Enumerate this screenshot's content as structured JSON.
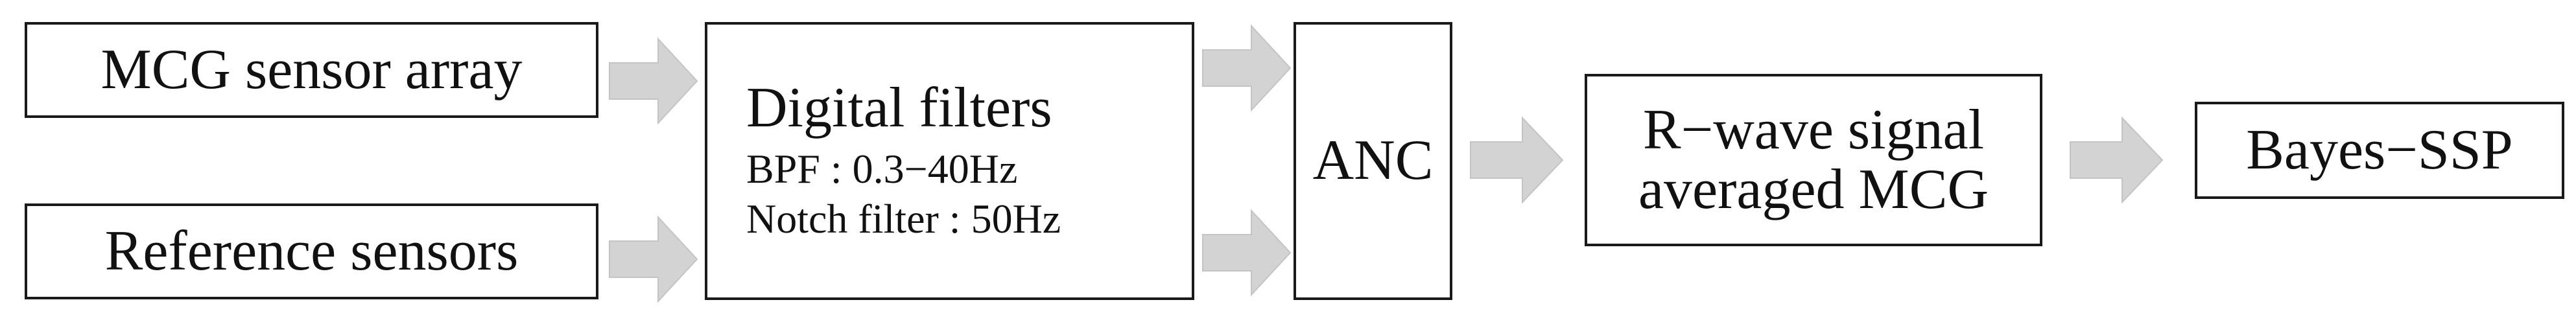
{
  "diagram": {
    "nodes": {
      "mcg_sensor_array": {
        "label": "MCG sensor array"
      },
      "reference_sensors": {
        "label": "Reference sensors"
      },
      "digital_filters": {
        "label": "Digital filters",
        "lines": [
          "BPF : 0.3−40Hz",
          "Notch filter : 50Hz"
        ]
      },
      "anc": {
        "label": "ANC"
      },
      "r_wave_averaged_mcg": {
        "lines": [
          "R−wave signal",
          "averaged MCG"
        ]
      },
      "bayes_ssp": {
        "label": "Bayes−SSP"
      }
    },
    "edges": [
      {
        "from": "mcg_sensor_array",
        "to": "digital_filters"
      },
      {
        "from": "reference_sensors",
        "to": "digital_filters"
      },
      {
        "from": "digital_filters",
        "to": "anc"
      },
      {
        "from": "digital_filters",
        "to": "anc"
      },
      {
        "from": "anc",
        "to": "r_wave_averaged_mcg"
      },
      {
        "from": "r_wave_averaged_mcg",
        "to": "bayes_ssp"
      }
    ],
    "colors": {
      "box_border": "#1a1a1a",
      "arrow_fill": "#d3d3d3"
    }
  }
}
